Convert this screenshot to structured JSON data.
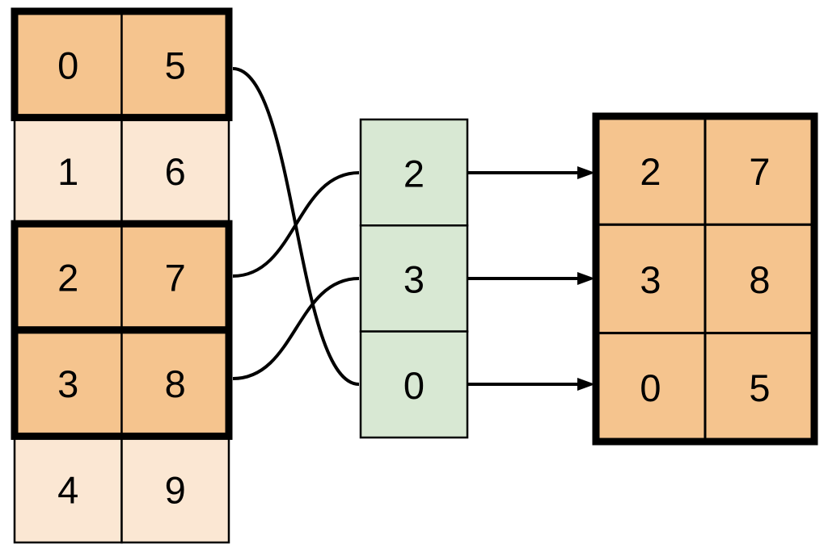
{
  "colors": {
    "background": "#FFFFFF",
    "selected_fill": "#F5C48E",
    "unselected_fill": "#FBE7D3",
    "index_fill": "#D8E8D3",
    "line": "#000000"
  },
  "source_table": {
    "highlighted_rows": [
      0,
      2,
      3
    ],
    "rows": [
      [
        "0",
        "5"
      ],
      [
        "1",
        "6"
      ],
      [
        "2",
        "7"
      ],
      [
        "3",
        "8"
      ],
      [
        "4",
        "9"
      ]
    ]
  },
  "index_column": {
    "values": [
      "2",
      "3",
      "0"
    ]
  },
  "result_table": {
    "rows": [
      [
        "2",
        "7"
      ],
      [
        "3",
        "8"
      ],
      [
        "0",
        "5"
      ]
    ]
  }
}
